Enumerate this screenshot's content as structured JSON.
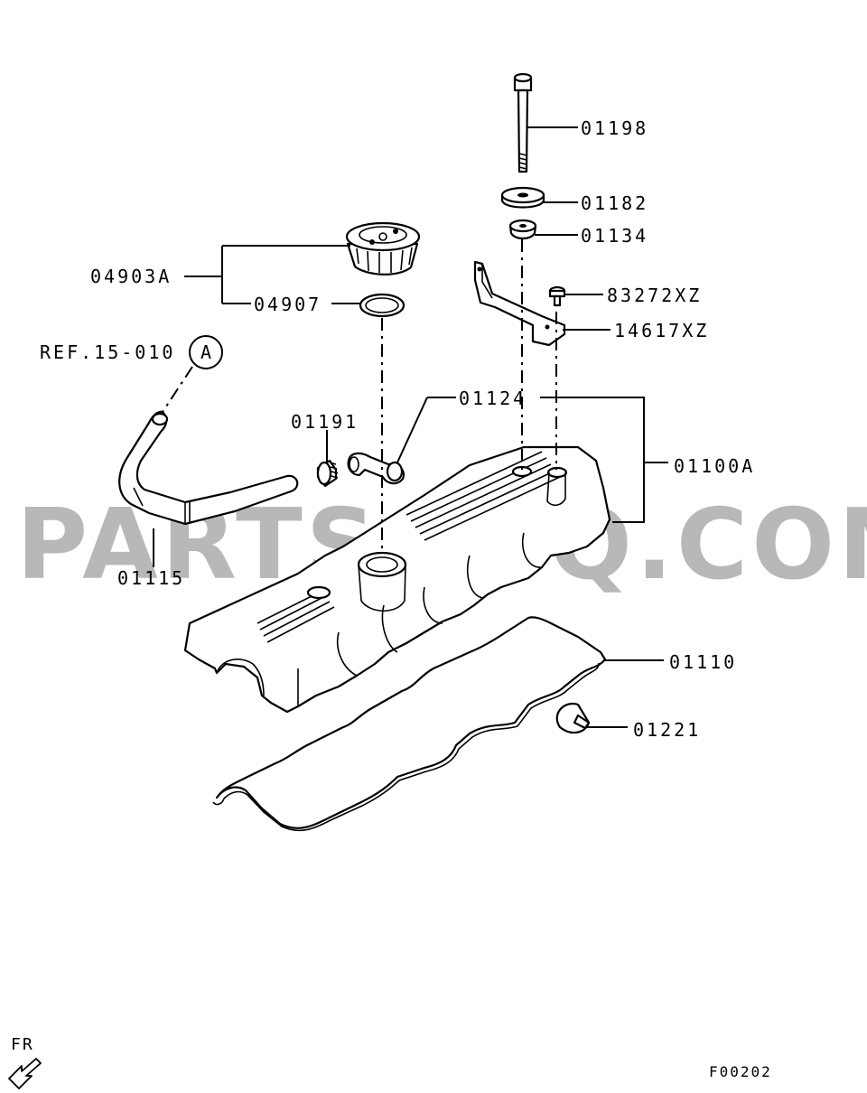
{
  "watermark": "PARTSOUQ.COM",
  "labels": {
    "p01198": "01198",
    "p01182": "01182",
    "p01134": "01134",
    "p04903A": "04903A",
    "p04907": "04907",
    "p83272XZ": "83272XZ",
    "p14617XZ": "14617XZ",
    "ref": "REF.15-010",
    "refCircle": "A",
    "p01124": "01124",
    "p01191": "01191",
    "p01100A": "01100A",
    "p01115": "01115",
    "p01110": "01110",
    "p01221": "01221"
  },
  "footer": {
    "direction": "FR",
    "figure_code": "F00202"
  }
}
